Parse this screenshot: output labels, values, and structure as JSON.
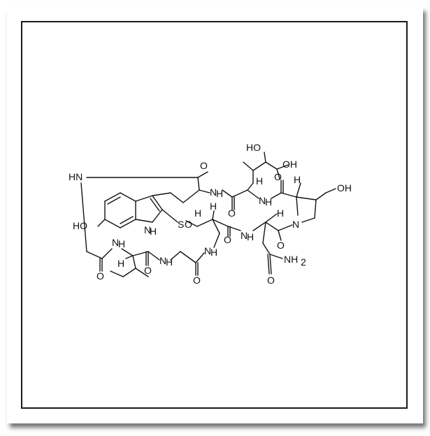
{
  "atom_labels": {
    "ho_top": "HO",
    "oh_top": "OH",
    "o_acid": "O",
    "hn_left": "HN",
    "o_top_carbonyl": "O",
    "nh_top": "N",
    "nh_top_h": "H",
    "h_top_1": "H",
    "o_top_2": "O",
    "nh_mid": "N",
    "nh_mid_h": "H",
    "h_top_2": "H",
    "oh_right": "OH",
    "ho_left": "HO",
    "nh_indole": "N",
    "nh_indole_h": "H",
    "s_atom": "S",
    "o_sulfoxide": "O",
    "h_mid_1": "H",
    "h_mid_2": "H",
    "h_mid_3": "H",
    "o_mid": "O",
    "nh_center": "N",
    "nh_center_h": "H",
    "n_pro": "N",
    "o_pro": "O",
    "nh2": "NH",
    "nh2_sub": "2",
    "nh_ile": "N",
    "nh_ile_h": "H",
    "h_ile": "H",
    "o_ile": "O",
    "o_gly_left": "O",
    "nh_gly": "N",
    "nh_gly_h": "H",
    "nh_low": "N",
    "nh_low_h": "H",
    "o_gly_low": "O",
    "o_asn": "O"
  },
  "colors": {
    "ink": "#111111",
    "frame": "#1a1a1a",
    "background": "#ffffff"
  }
}
